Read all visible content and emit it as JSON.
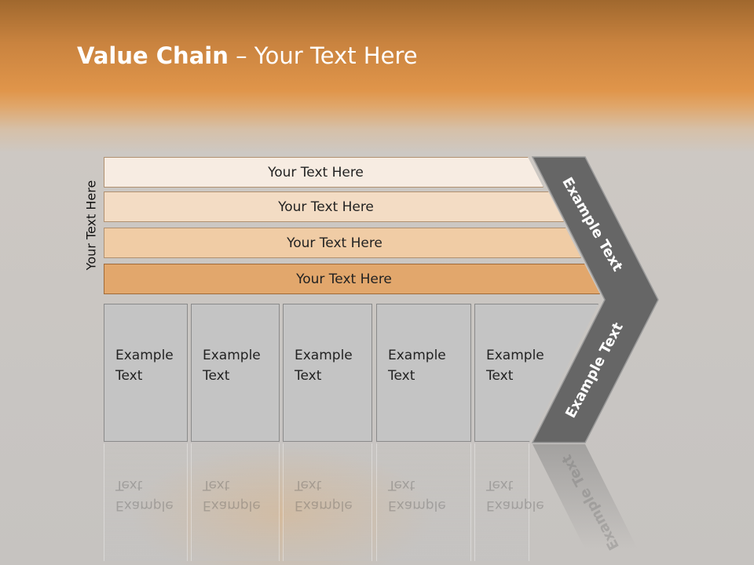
{
  "title": {
    "bold": "Value Chain",
    "rest": " – Your Text Here"
  },
  "side_label": "Your Text Here",
  "bars": [
    {
      "label": "Your Text Here"
    },
    {
      "label": "Your Text Here"
    },
    {
      "label": "Your Text Here"
    },
    {
      "label": "Your Text Here"
    }
  ],
  "cells": [
    {
      "label": "Example\nText"
    },
    {
      "label": "Example\nText"
    },
    {
      "label": "Example\nText"
    },
    {
      "label": "Example\nText"
    },
    {
      "label": "Example\nText"
    }
  ],
  "arrow": {
    "upper_label": "Example Text",
    "lower_label": "Example Text"
  },
  "colors": {
    "arrow_fill": "#666666",
    "bar_shades": [
      "#f7ece2",
      "#f3dcc4",
      "#f0cca5",
      "#e2a76c"
    ],
    "cell_fill": "#c4c4c4"
  }
}
